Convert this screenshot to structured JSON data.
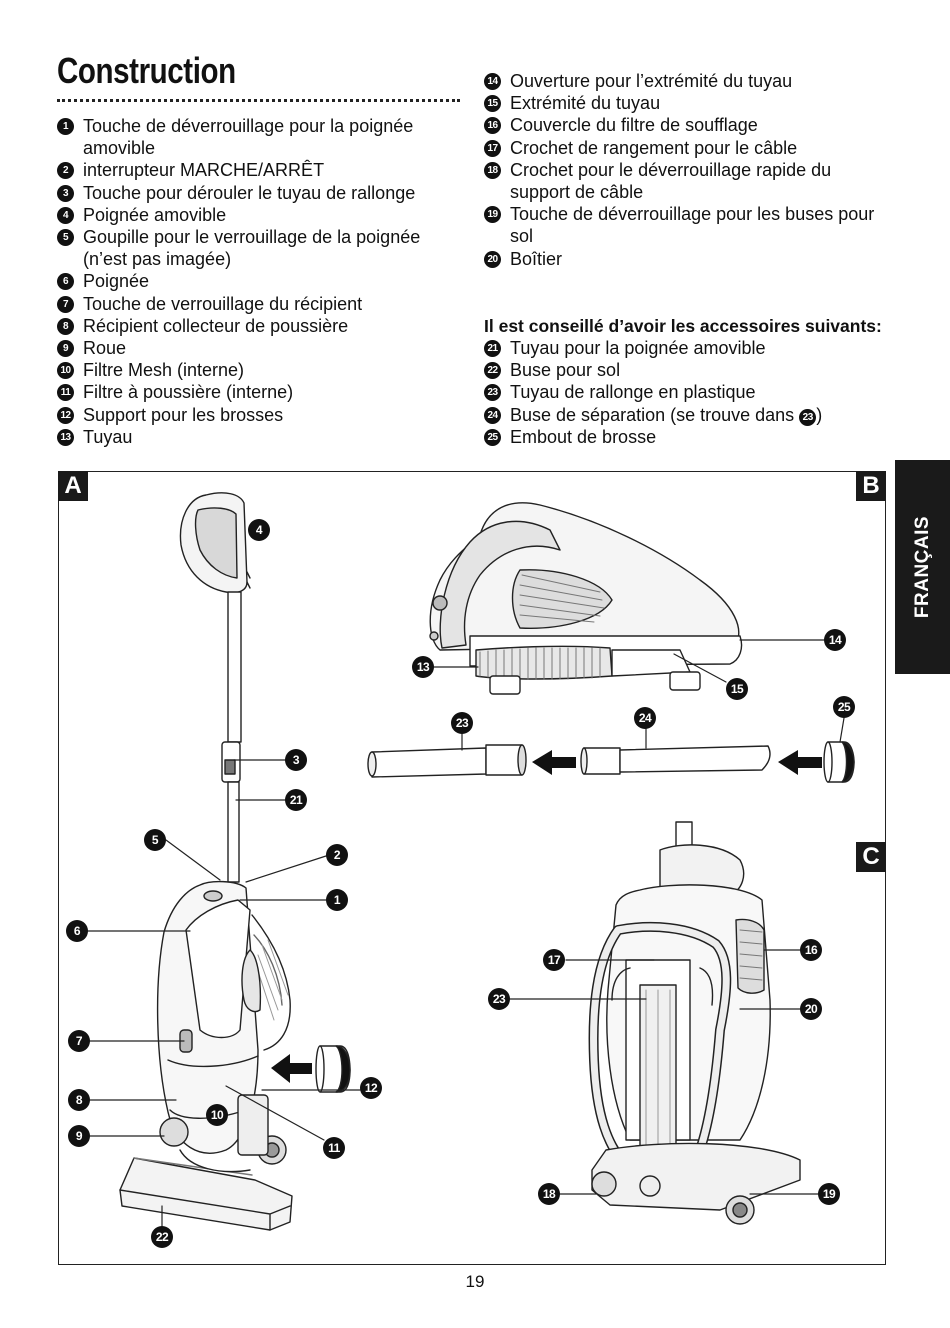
{
  "title": "Construction",
  "parts_left": [
    {
      "n": "1",
      "text": "Touche de déverrouillage pour la poignée amovible"
    },
    {
      "n": "2",
      "text": "interrupteur MARCHE/ARRÊT"
    },
    {
      "n": "3",
      "text": "Touche pour dérouler le tuyau de rallonge"
    },
    {
      "n": "4",
      "text": "Poignée amovible"
    },
    {
      "n": "5",
      "text": "Goupille pour le verrouillage de la poignée (n’est pas imagée)"
    },
    {
      "n": "6",
      "text": "Poignée"
    },
    {
      "n": "7",
      "text": "Touche de verrouillage du récipient"
    },
    {
      "n": "8",
      "text": "Récipient collecteur de poussière"
    },
    {
      "n": "9",
      "text": "Roue"
    },
    {
      "n": "10",
      "text": "Filtre Mesh (interne)"
    },
    {
      "n": "11",
      "text": "Filtre à poussière (interne)"
    },
    {
      "n": "12",
      "text": "Support pour les brosses"
    },
    {
      "n": "13",
      "text": "Tuyau"
    }
  ],
  "parts_right": [
    {
      "n": "14",
      "text": "Ouverture pour l’extrémité du tuyau"
    },
    {
      "n": "15",
      "text": "Extrémité du tuyau"
    },
    {
      "n": "16",
      "text": "Couvercle du filtre de soufflage"
    },
    {
      "n": "17",
      "text": "Crochet de rangement pour le câble"
    },
    {
      "n": "18",
      "text": "Crochet pour le déverrouillage rapide du support de câble"
    },
    {
      "n": "19",
      "text": "Touche de déverrouillage pour les buses pour sol"
    },
    {
      "n": "20",
      "text": "Boîtier"
    }
  ],
  "advice_heading": "Il est conseillé d’avoir les accessoires suivants:",
  "accessories": [
    {
      "n": "21",
      "text": "Tuyau pour la poignée amovible"
    },
    {
      "n": "22",
      "text": "Buse pour sol"
    },
    {
      "n": "23",
      "text": "Tuyau de rallonge en plastique"
    },
    {
      "n": "24",
      "text": "Buse de séparation (se trouve dans",
      "ref": "23",
      "after": ")"
    },
    {
      "n": "25",
      "text": "Embout de brosse"
    }
  ],
  "language_tab": "FRANÇAIS",
  "figure_labels": {
    "a": "A",
    "b": "B",
    "c": "C"
  },
  "callouts": {
    "c1": "1",
    "c2": "2",
    "c3": "3",
    "c4": "4",
    "c5": "5",
    "c6": "6",
    "c7": "7",
    "c8": "8",
    "c9": "9",
    "c10": "10",
    "c11": "11",
    "c12": "12",
    "c13": "13",
    "c14": "14",
    "c15": "15",
    "c16": "16",
    "c17": "17",
    "c18": "18",
    "c19": "19",
    "c20": "20",
    "c21": "21",
    "c22": "22",
    "c23a": "23",
    "c23b": "23",
    "c24": "24",
    "c25": "25"
  },
  "page_number": "19"
}
